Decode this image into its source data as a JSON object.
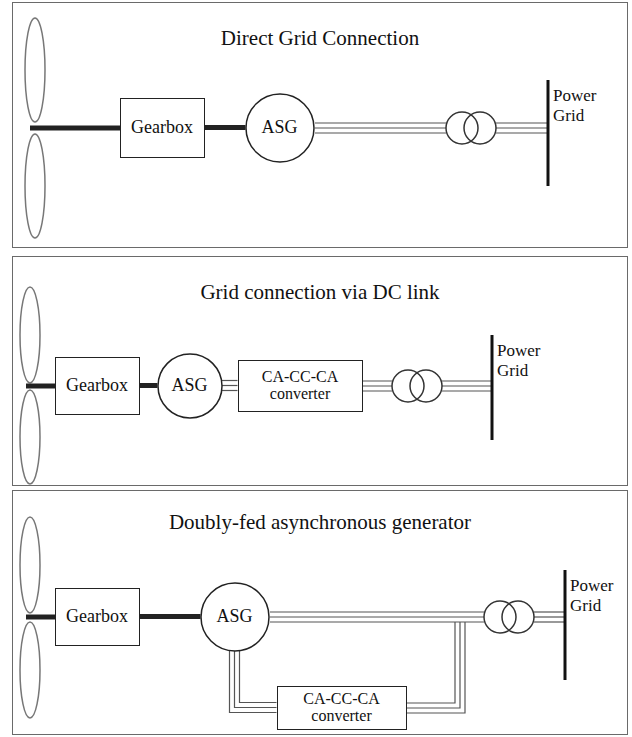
{
  "diagram": {
    "nodes": [
      {
        "text": [
          "Direct Grid Connection"
        ]
      },
      {
        "text": [
          "Gearbox"
        ],
        "in": 0
      },
      {
        "text": [
          "ASG"
        ],
        "in": 0
      },
      {
        "text": [
          "Grid connection via DC link"
        ]
      },
      {
        "text": [
          "Gearbox"
        ],
        "in": 3
      },
      {
        "text": [
          "ASG"
        ],
        "in": 3
      },
      {
        "text": [
          "CA-CC-CA converter"
        ],
        "in": 3
      },
      {
        "text": [
          "Doubly-fed asynchronous generator"
        ]
      },
      {
        "text": [
          "Gearbox"
        ],
        "in": 7
      },
      {
        "text": [
          "ASG"
        ],
        "in": 7
      },
      {
        "text": [
          "CA-CC-CA converter"
        ],
        "in": 7
      }
    ],
    "edges": [
      {
        "from": 1,
        "to": 2,
        "arrow": "none"
      },
      {
        "from": 4,
        "to": 5,
        "arrow": "none"
      },
      {
        "from": 5,
        "to": 6,
        "arrow": "none"
      },
      {
        "from": 8,
        "to": 9,
        "arrow": "none"
      },
      {
        "from": 9,
        "to": 10,
        "arrow": "none"
      }
    ],
    "labels": [
      "Power Grid",
      "Power Grid",
      "Power Grid"
    ]
  }
}
